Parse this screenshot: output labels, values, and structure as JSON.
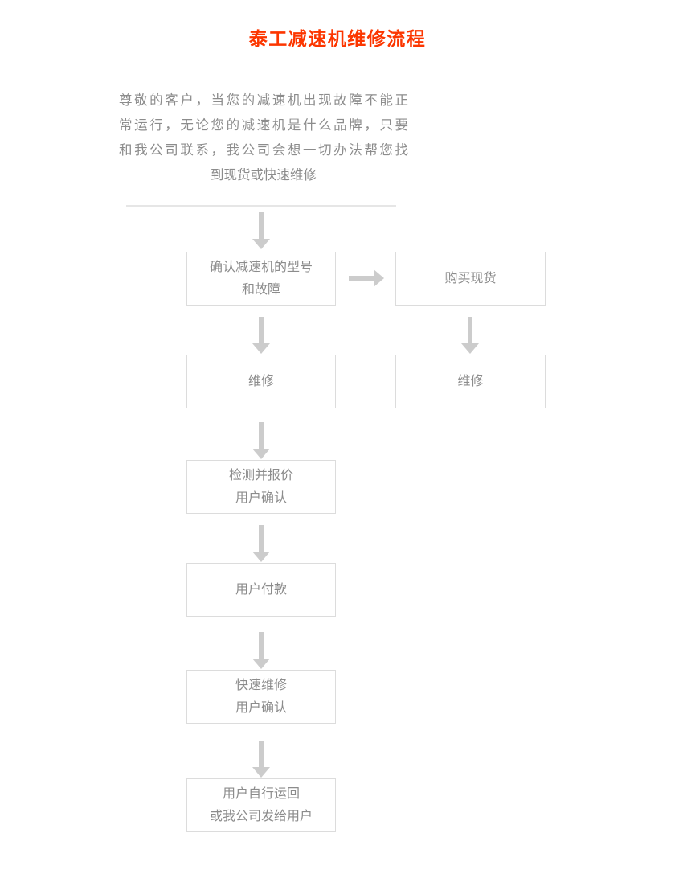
{
  "title": "泰工减速机维修流程",
  "accent_color": "#fc3600",
  "text_color": "#8c8c8c",
  "border_color": "#dcdcdc",
  "arrow_color": "#cccccc",
  "divider_color": "#e6e6e6",
  "intro": {
    "line1": "尊敬的客户，当您的减速机出现故障不能正",
    "line2": "常运行，无论您的减速机是什么品牌，只要",
    "line3": "和我公司联系，我公司会想一切办法帮您找",
    "line4": "到现货或快速维修"
  },
  "flow": {
    "left_column": [
      {
        "id": "confirm-model",
        "line1": "确认减速机的型号",
        "line2": "和故障"
      },
      {
        "id": "repair-left",
        "line1": "维修",
        "line2": ""
      },
      {
        "id": "inspect-quote",
        "line1": "检测并报价",
        "line2": "用户确认"
      },
      {
        "id": "user-payment",
        "line1": "用户付款",
        "line2": ""
      },
      {
        "id": "fast-repair",
        "line1": "快速维修",
        "line2": "用户确认"
      },
      {
        "id": "delivery",
        "line1": "用户自行运回",
        "line2": "或我公司发给用户"
      }
    ],
    "right_column": [
      {
        "id": "buy-stock",
        "line1": "购买现货",
        "line2": ""
      },
      {
        "id": "repair-right",
        "line1": "维修",
        "line2": ""
      }
    ],
    "connectors": {
      "entry_down": "arrow-down",
      "branch_right": "arrow-right"
    }
  }
}
